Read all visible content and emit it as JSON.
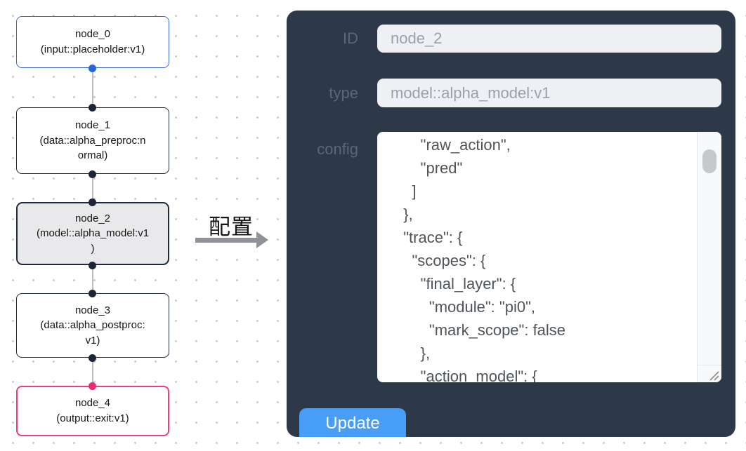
{
  "flow": {
    "nodes": [
      {
        "id": "node_0",
        "title": "node_0",
        "subtitle": "(input::placeholder:v1)",
        "accent": "#3a6ad1"
      },
      {
        "id": "node_1",
        "title": "node_1",
        "subtitle": "(data::alpha_preproc:n\normal)",
        "accent": "#1f2a3a"
      },
      {
        "id": "node_2",
        "title": "node_2",
        "subtitle": "(model::alpha_model:v1\n)",
        "accent": "#1f2a3a",
        "selected": true
      },
      {
        "id": "node_3",
        "title": "node_3",
        "subtitle": "(data::alpha_postproc:\nv1)",
        "accent": "#1f2a3a"
      },
      {
        "id": "node_4",
        "title": "node_4",
        "subtitle": "(output::exit:v1)",
        "accent": "#ee3c7c"
      }
    ]
  },
  "transition": {
    "label": "配置"
  },
  "panel": {
    "id_label": "ID",
    "id_value": "node_2",
    "type_label": "type",
    "type_value": "model::alpha_model:v1",
    "config_label": "config",
    "config_value": "      \"raw_action\",\n      \"pred\"\n    ]\n  },\n  \"trace\": {\n    \"scopes\": {\n      \"final_layer\": {\n        \"module\": \"pi0\",\n        \"mark_scope\": false\n      },\n      \"action_model\": {",
    "update_label": "Update"
  },
  "colors": {
    "panel_background": "#2d3949",
    "update_button": "#489ef7",
    "input_node_accent": "#3a6ad1",
    "output_node_accent": "#ee3c7c",
    "selected_node_fill": "#e9e9eb"
  }
}
